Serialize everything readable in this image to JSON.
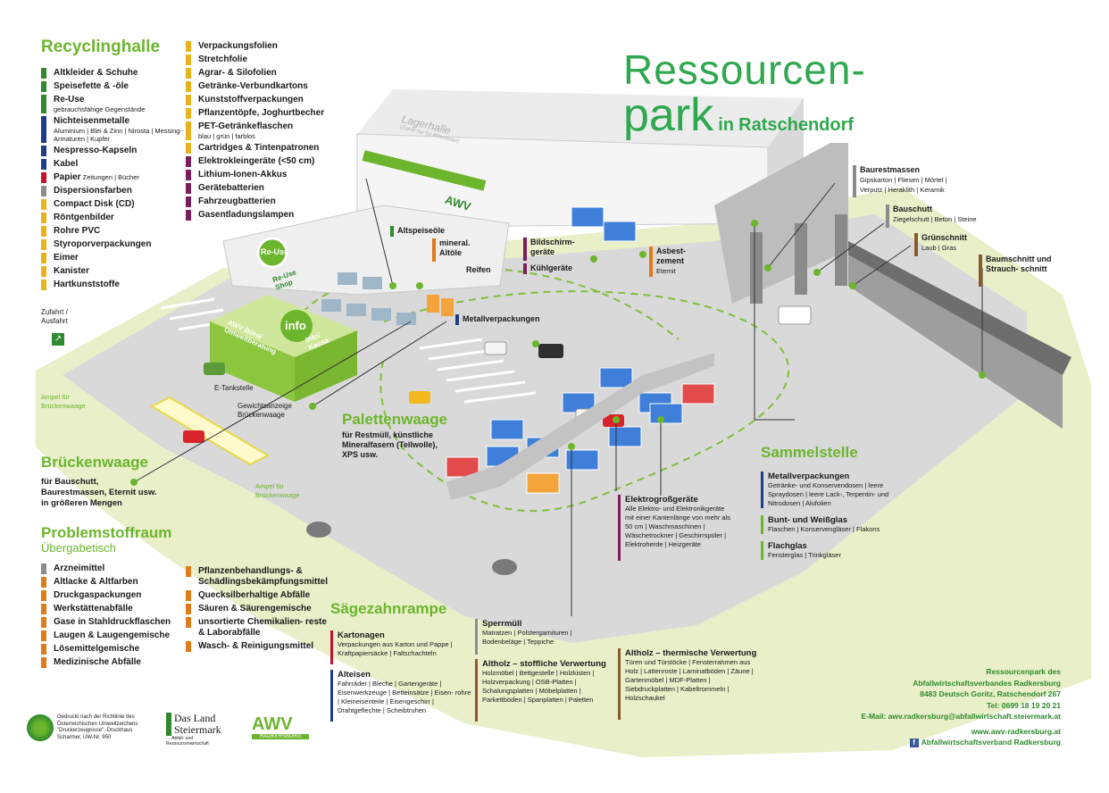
{
  "colors": {
    "green": "#6cb52d",
    "darkgreen": "#2f8a2d",
    "yellow": "#e8b21b",
    "purple": "#7a1f5c",
    "red": "#c8102e",
    "gray": "#8c8c8c",
    "orange": "#e07b1a",
    "blue": "#1f3c88",
    "darkred": "#8b2a2a",
    "brown": "#8b5a2b"
  },
  "title": {
    "line1": "Ressourcen-",
    "line2": "park",
    "in": "in",
    "place": "Ratschendorf"
  },
  "recycling": {
    "heading": "Recyclinghalle",
    "col1": [
      {
        "label": "Altkleider & Schuhe",
        "color": "#2f8a2d"
      },
      {
        "label": "Speisefette & -öle",
        "color": "#2f8a2d"
      },
      {
        "label": "Re-Use",
        "sub": "gebrauchsfähige Gegenstände",
        "color": "#2f8a2d"
      },
      {
        "label": "Nichteisenmetalle",
        "sub": "Aluminium | Blei & Zinn | Nirosta | Messing-Armaturen | Kupfer",
        "color": "#1f3c88"
      },
      {
        "label": "Nespresso-Kapseln",
        "color": "#1f3c88"
      },
      {
        "label": "Kabel",
        "color": "#1f3c88"
      },
      {
        "label": "Papier",
        "inline": "Zeitungen | Bücher",
        "color": "#c8102e"
      },
      {
        "label": "Dispersionsfarben",
        "color": "#8c8c8c"
      },
      {
        "label": "Compact Disk (CD)",
        "color": "#e8b21b"
      },
      {
        "label": "Röntgenbilder",
        "color": "#e8b21b"
      },
      {
        "label": "Rohre PVC",
        "color": "#e8b21b"
      },
      {
        "label": "Styroporverpackungen",
        "color": "#e8b21b"
      },
      {
        "label": "Eimer",
        "color": "#e8b21b"
      },
      {
        "label": "Kanister",
        "color": "#e8b21b"
      },
      {
        "label": "Hartkunststoffe",
        "color": "#e8b21b"
      }
    ],
    "col2": [
      {
        "label": "Verpackungsfolien",
        "color": "#e8b21b"
      },
      {
        "label": "Stretchfolie",
        "color": "#e8b21b"
      },
      {
        "label": "Agrar- & Silofolien",
        "color": "#e8b21b"
      },
      {
        "label": "Getränke-Verbundkartons",
        "color": "#e8b21b"
      },
      {
        "label": "Kunststoffverpackungen",
        "color": "#e8b21b"
      },
      {
        "label": "Pflanzentöpfe, Joghurtbecher",
        "color": "#e8b21b"
      },
      {
        "label": "PET-Getränkeflaschen",
        "sub": "blau | grün | farblos",
        "color": "#e8b21b"
      },
      {
        "label": "Cartridges & Tintenpatronen",
        "color": "#e8b21b"
      },
      {
        "label": "Elektrokleingeräte (<50 cm)",
        "color": "#7a1f5c"
      },
      {
        "label": "Lithium-Ionen-Akkus",
        "color": "#7a1f5c"
      },
      {
        "label": "Gerätebatterien",
        "color": "#7a1f5c"
      },
      {
        "label": "Fahrzeugbatterien",
        "color": "#7a1f5c"
      },
      {
        "label": "Gasentladungslampen",
        "color": "#7a1f5c"
      }
    ]
  },
  "map": {
    "lagerhalle": "Lagerhalle",
    "lagerhalle_sub": "(Zutritt nur für Mitarbeiter)",
    "awv": "AWV",
    "reuse": "Re-Use",
    "reuse_shop": "Re-Use Shop",
    "info": "info",
    "info_kasse": "Info/ Kassa",
    "office": "AWV Büro/ Umweltberatung",
    "zufahrt": "Zufahrt / Ausfahrt",
    "ampel1": "Ampel für Brückenwaage",
    "ampel2": "Ampel für Brückenwaage",
    "etank": "E-Tankstelle",
    "gewicht": "Gewichtsanzeige Brückenwaage",
    "altspeiseoele": "Altspeiseöle",
    "mineral": "mineral. Altöle",
    "reifen": "Reifen",
    "metallverp": "Metallverpackungen",
    "bildschirm": "Bildschirm- geräte",
    "kuehl": "Kühlgeräte",
    "asbest": "Asbest- zement",
    "asbest_sub": "Eternit",
    "baurest": "Baurestmassen",
    "baurest_sub": "Gipskarton | Fliesen | Mörtel | Verputz | Heraklith | Keramik",
    "bauschutt": "Bauschutt",
    "bauschutt_sub": "Ziegelschutt | Beton | Steine",
    "gruen": "Grünschnitt",
    "gruen_sub": "Laub | Gras",
    "baum": "Baumschnitt und Strauch- schnitt"
  },
  "palettenwaage": {
    "heading": "Palettenwaage",
    "text": "für Restmüll, künstliche Mineralfasern (Tellwolle), XPS usw."
  },
  "brueckenwaage": {
    "heading": "Brückenwaage",
    "text": "für Bauschutt, Baurestmassen, Eternit usw. in größeren Mengen"
  },
  "problem": {
    "heading": "Problemstoffraum",
    "sub": "Übergabetisch",
    "col1": [
      {
        "label": "Arzneimittel",
        "color": "#8c8c8c"
      },
      {
        "label": "Altlacke & Altfarben",
        "color": "#e07b1a"
      },
      {
        "label": "Druckgaspackungen",
        "color": "#e07b1a"
      },
      {
        "label": "Werkstättenabfälle",
        "color": "#e07b1a"
      },
      {
        "label": "Gase in Stahldruckflaschen",
        "color": "#e07b1a"
      },
      {
        "label": "Laugen & Laugengemische",
        "color": "#e07b1a"
      },
      {
        "label": "Lösemittelgemische",
        "color": "#e07b1a"
      },
      {
        "label": "Medizinische Abfälle",
        "color": "#e07b1a"
      }
    ],
    "col2": [
      {
        "label": "Pflanzenbehandlungs- & Schädlingsbekämpfungsmittel",
        "color": "#e07b1a"
      },
      {
        "label": "Quecksilberhaltige Abfälle",
        "color": "#e07b1a"
      },
      {
        "label": "Säuren & Säurengemische",
        "color": "#e07b1a"
      },
      {
        "label": "unsortierte Chemikalien- reste & Laborabfälle",
        "color": "#e07b1a"
      },
      {
        "label": "Wasch- & Reinigungsmittel",
        "color": "#e07b1a"
      }
    ]
  },
  "saegezahn": {
    "heading": "Sägezahnrampe"
  },
  "cards": {
    "kartonagen": {
      "t": "Kartonagen",
      "d": "Verpackungen aus Karton und Pappe | Kraftpapiersäcke | Faltschachteln",
      "color": "#c8102e"
    },
    "alteisen": {
      "t": "Alteisen",
      "d": "Fahrräder | Bleche | Gartengeräte | Eisenwerkzeuge | Betteinsätze | Eisen- rohre | Kleineisenteile | Eisengeschirr | Drahtgeflechte | Scheibtruhen",
      "color": "#1f3c88"
    },
    "sperrmuell": {
      "t": "Sperrmüll",
      "d": "Matratzen | Polstergarnituren | Bodenbeläge | Teppiche",
      "color": "#8c8c8c"
    },
    "altholz_s": {
      "t": "Altholz – stoffliche Verwertung",
      "d": "Holzmöbel | Bettgestelle | Holzkisten | Holzverpackung | OSB-Platten | Schalungsplatten | Möbelplatten | Parkettböden | Spanplatten | Paletten",
      "color": "#8b5a2b"
    },
    "altholz_t": {
      "t": "Altholz – thermische Verwertung",
      "d": "Türen und Türstöcke | Fensterrahmen aus Holz | Lattenroste | Laminatböden | Zäune | Gartenmöbel | MDF-Platten | Siebdruckplatten | Kabeltrommeln | Holzschaukel",
      "color": "#8b5a2b"
    },
    "elektro": {
      "t": "Elektrogroßgeräte",
      "d": "Alle Elektro- und Elektronikgeräte mit einer Kantenlänge von mehr als 50 cm | Waschmaschinen | Wäschetrockner | Geschirrspüler | Elektroherde | Heizgeräte",
      "color": "#7a1f5c"
    }
  },
  "sammelstelle": {
    "heading": "Sammelstelle",
    "items": [
      {
        "t": "Metallverpackungen",
        "d": "Getränke- und Konservendosen | leere Spraydosen | leere Lack-, Terpentin- und Nitrodosen | Alufolien",
        "color": "#1f3c88"
      },
      {
        "t": "Bunt- und Weißglas",
        "d": "Flaschen | Konservengläser | Flakons",
        "color": "#6cb52d"
      },
      {
        "t": "Flachglas",
        "d": "Fensterglas | Trinkgläser",
        "color": "#6cb52d"
      }
    ]
  },
  "contact": {
    "l1": "Ressourcenpark des",
    "l2": "Abfallwirtschaftsverbandes Radkersburg",
    "l3": "8483 Deutsch Goritz, Ratschendorf 267",
    "l4": "Tel: 0699 18 19 20 21",
    "l5": "E-Mail: awv.radkersburg@abfallwirtschaft.steiermark.at",
    "l6": "www.awv-radkersburg.at",
    "l7": "Abfallwirtschaftsverband Radkersburg"
  },
  "footer": {
    "print": "Gedruckt nach der Richtlinie des Österreichischen Umweltzeichens \"Druckerzeugnisse\", Druckhaus Scharmer, UW-Nr. 950",
    "land1": "Das Land",
    "land2": "Steiermark",
    "land_sub": "→ Abfall- und Ressourcenwirtschaft",
    "awv": "AWV",
    "awv_sub": "RADKERSBURG"
  }
}
